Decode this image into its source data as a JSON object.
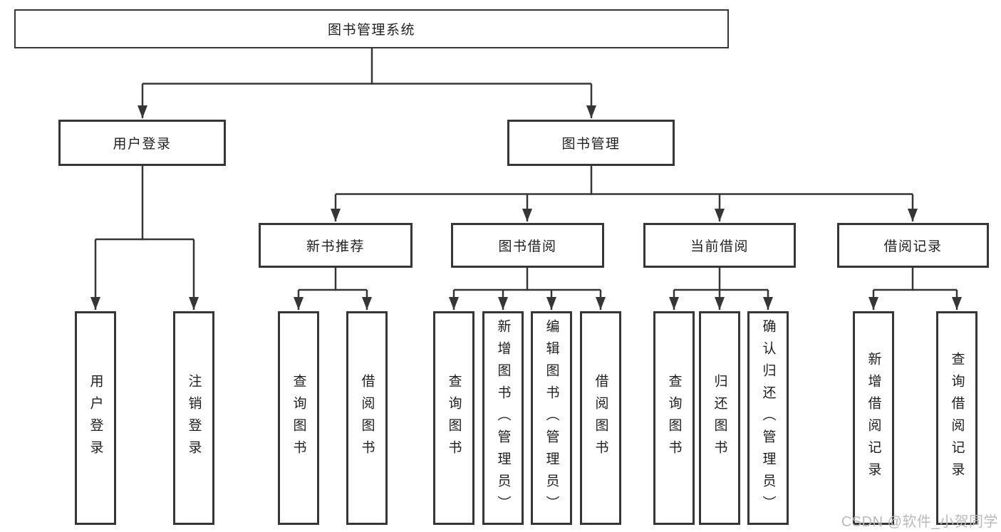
{
  "diagram": {
    "root": {
      "label": "图书管理系统"
    },
    "branches": [
      {
        "label": "用户登录",
        "children": [
          {
            "label": "用户登录"
          },
          {
            "label": "注销登录"
          }
        ]
      },
      {
        "label": "图书管理",
        "children": [
          {
            "label": "新书推荐",
            "children": [
              {
                "label": "查询图书"
              },
              {
                "label": "借阅图书"
              }
            ]
          },
          {
            "label": "图书借阅",
            "children": [
              {
                "label": "查询图书"
              },
              {
                "label": "新增图书（管理员）"
              },
              {
                "label": "编辑图书（管理员）"
              },
              {
                "label": "借阅图书"
              }
            ]
          },
          {
            "label": "当前借阅",
            "children": [
              {
                "label": "查询图书"
              },
              {
                "label": "归还图书"
              },
              {
                "label": "确认归还（管理员）"
              }
            ]
          },
          {
            "label": "借阅记录",
            "children": [
              {
                "label": "新增借阅记录"
              },
              {
                "label": "查询借阅记录"
              }
            ]
          }
        ]
      }
    ]
  },
  "watermark": {
    "text": "CSDN @软件_小贺同学"
  },
  "colors": {
    "line": "#363636",
    "text": "#1f1f1f",
    "box_fill": "#ffffff",
    "background": "#ffffff",
    "watermark": "#b9b9b9"
  }
}
